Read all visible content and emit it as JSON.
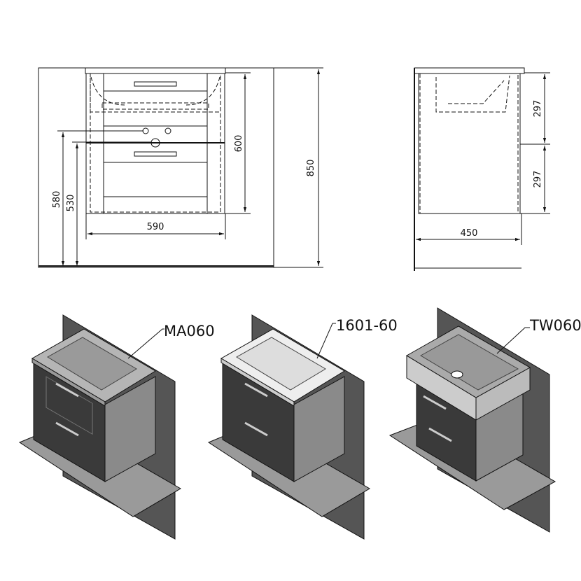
{
  "front_view": {
    "width": "590",
    "height_cabinet": "600",
    "height_total": "850",
    "height_a": "580",
    "height_b": "530"
  },
  "side_view": {
    "upper": "297",
    "lower": "297",
    "depth": "450"
  },
  "models": [
    {
      "label": "MA060"
    },
    {
      "label": "1601-60"
    },
    {
      "label": "TW060"
    }
  ],
  "colors": {
    "cabinet_front": "#3a3a3a",
    "cabinet_side": "#8a8a8a",
    "wall": "#555555",
    "floor": "#9a9a9a",
    "basin": "#b5b5b5"
  }
}
